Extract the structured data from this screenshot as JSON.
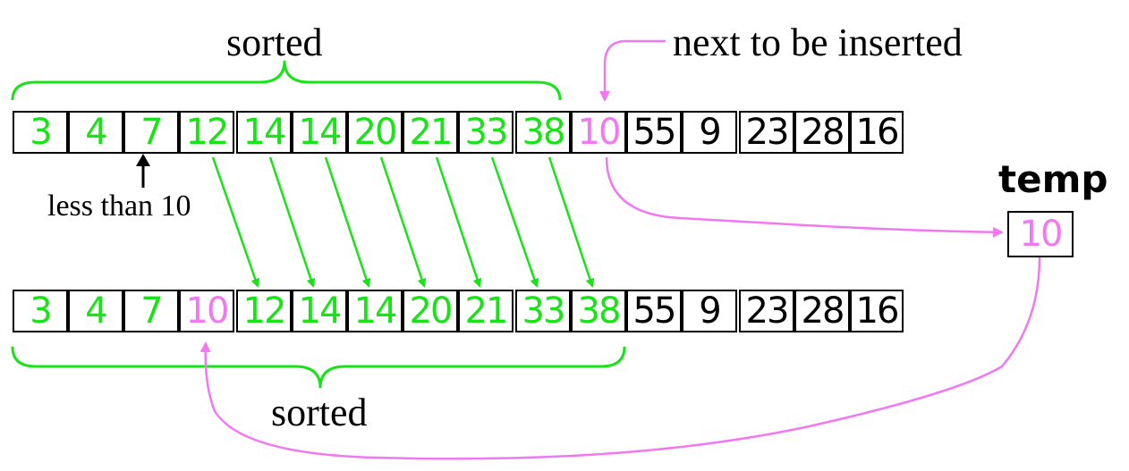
{
  "labels": {
    "sorted_top": "sorted",
    "sorted_bottom": "sorted",
    "next": "next to be inserted",
    "less": "less than 10",
    "temp": "temp"
  },
  "top_row": [
    {
      "value": "3",
      "color": "#17e317"
    },
    {
      "value": "4",
      "color": "#17e317"
    },
    {
      "value": "7",
      "color": "#17e317"
    },
    {
      "value": "12",
      "color": "#17e317"
    },
    {
      "value": "14",
      "color": "#17e317"
    },
    {
      "value": "14",
      "color": "#17e317"
    },
    {
      "value": "20",
      "color": "#17e317"
    },
    {
      "value": "21",
      "color": "#17e317"
    },
    {
      "value": "33",
      "color": "#17e317"
    },
    {
      "value": "38",
      "color": "#17e317"
    },
    {
      "value": "10",
      "color": "#f078f0"
    },
    {
      "value": "55",
      "color": "#000000"
    },
    {
      "value": "9",
      "color": "#000000"
    },
    {
      "value": "23",
      "color": "#000000"
    },
    {
      "value": "28",
      "color": "#000000"
    },
    {
      "value": "16",
      "color": "#000000"
    }
  ],
  "bottom_row": [
    {
      "value": "3",
      "color": "#17e317"
    },
    {
      "value": "4",
      "color": "#17e317"
    },
    {
      "value": "7",
      "color": "#17e317"
    },
    {
      "value": "10",
      "color": "#f078f0"
    },
    {
      "value": "12",
      "color": "#17e317"
    },
    {
      "value": "14",
      "color": "#17e317"
    },
    {
      "value": "14",
      "color": "#17e317"
    },
    {
      "value": "20",
      "color": "#17e317"
    },
    {
      "value": "21",
      "color": "#17e317"
    },
    {
      "value": "33",
      "color": "#17e317"
    },
    {
      "value": "38",
      "color": "#17e317"
    },
    {
      "value": "55",
      "color": "#000000"
    },
    {
      "value": "9",
      "color": "#000000"
    },
    {
      "value": "23",
      "color": "#000000"
    },
    {
      "value": "28",
      "color": "#000000"
    },
    {
      "value": "16",
      "color": "#000000"
    }
  ],
  "temp": {
    "value": "10",
    "color": "#f078f0"
  },
  "colors": {
    "sorted": "#17e317",
    "inserted": "#f078f0",
    "unsorted": "#000000"
  }
}
